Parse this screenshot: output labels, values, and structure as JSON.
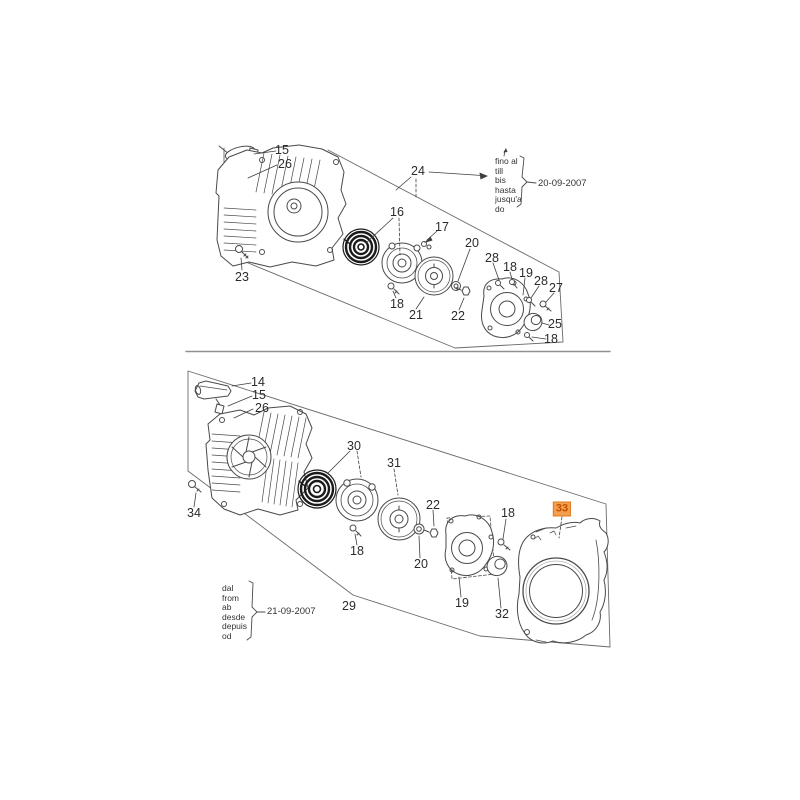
{
  "colors": {
    "highlight_bg": "#f3a04e",
    "highlight_border": "#e0791f",
    "highlight_text": "#c14f00",
    "line": "#4a4a4a",
    "label": "#2b2b2b",
    "divider": "#909090"
  },
  "top_section": {
    "labels": [
      {
        "part": "15"
      },
      {
        "part": "26"
      },
      {
        "part": "23"
      },
      {
        "part": "16"
      },
      {
        "part": "24"
      },
      {
        "part": "17"
      },
      {
        "part": "20"
      },
      {
        "part": "18"
      },
      {
        "part": "21"
      },
      {
        "part": "22"
      },
      {
        "part": "28"
      },
      {
        "part": "18"
      },
      {
        "part": "19"
      },
      {
        "part": "28"
      },
      {
        "part": "27"
      },
      {
        "part": "25"
      },
      {
        "part": "18"
      }
    ],
    "validity_note": {
      "lines": [
        "fino al",
        "till",
        "bis",
        "hasta",
        "jusqu'a",
        "do"
      ],
      "date": "20-09-2007"
    }
  },
  "bottom_section": {
    "labels": [
      {
        "part": "14"
      },
      {
        "part": "15"
      },
      {
        "part": "26"
      },
      {
        "part": "34"
      },
      {
        "part": "30"
      },
      {
        "part": "31"
      },
      {
        "part": "22"
      },
      {
        "part": "18"
      },
      {
        "part": "20"
      },
      {
        "part": "19"
      },
      {
        "part": "18"
      },
      {
        "part": "32"
      },
      {
        "part": "29"
      }
    ],
    "highlighted_label": {
      "part": "33"
    },
    "validity_note": {
      "lines": [
        "dal",
        "from",
        "ab",
        "desde",
        "depuis",
        "od"
      ],
      "date": "21-09-2007"
    }
  }
}
